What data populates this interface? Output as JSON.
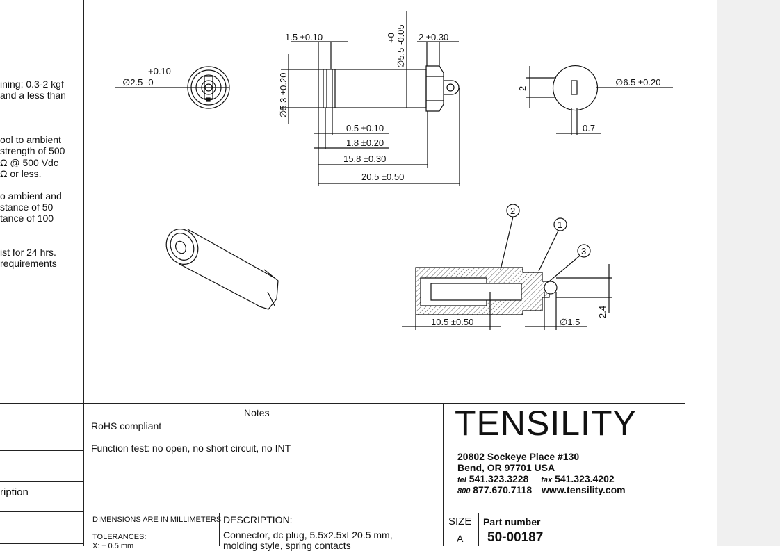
{
  "left_notes": [
    "ining; 0.3-2 kgf",
    " and a less than",
    "ool to ambient",
    "strength of 500",
    "Ω @ 500 Vdc",
    "Ω or less.",
    "o ambient and",
    "stance of 50",
    "tance of 100",
    "ist for 24 hrs.",
    "requirements"
  ],
  "dimensions": {
    "d_2_5_tol": "+0.10",
    "d_2_5": "∅2.5 -0",
    "d_1_5": "1.5 ±0.10",
    "d_5_5_tol": "+0",
    "d_5_5": "∅5.5 -0.05",
    "d_2": "2 ±0.30",
    "d_5_3": "∅5.3 ±0.20",
    "d_0_5": "0.5 ±0.10",
    "d_1_8": "1.8 ±0.20",
    "d_15_8": "15.8 ±0.30",
    "d_20_5": "20.5 ±0.50",
    "d_end_2": "2",
    "d_6_5": "∅6.5 ±0.20",
    "d_0_7": "0.7",
    "d_10_5": "10.5 ±0.50",
    "d_1_5_dia": "∅1.5",
    "d_2_4": "2.4",
    "balloon_1": "1",
    "balloon_2": "2",
    "balloon_3": "3"
  },
  "title_block": {
    "left_partial": "ription",
    "notes_heading": "Notes",
    "notes": [
      "RoHS compliant",
      "Function test: no open, no short circuit, no INT"
    ],
    "brand": "TENSILITY",
    "address_1": "20802 Sockeye Place #130",
    "address_2": "Bend, OR 97701 USA",
    "tel_label": "tel",
    "tel": "541.323.3228",
    "fax_label": "fax",
    "fax": "541.323.4202",
    "tollfree_label": "800",
    "tollfree": "877.670.7118",
    "website": "www.tensility.com",
    "dims_note": "DIMENSIONS ARE IN MILLIMETERS",
    "tolerances_label": "TOLERANCES:",
    "tolerance_partial": "X: ± 0.5 mm",
    "description_label": "DESCRIPTION:",
    "description_1": "Connector, dc plug, 5.5x2.5xL20.5 mm,",
    "description_2": "molding style, spring contacts",
    "size_label": "SIZE",
    "size_value": "A",
    "part_label": "Part number",
    "part_value": "50-00187"
  },
  "colors": {
    "line": "#222222",
    "sidebar": "#f0f0f0",
    "hatch": "#555555"
  }
}
